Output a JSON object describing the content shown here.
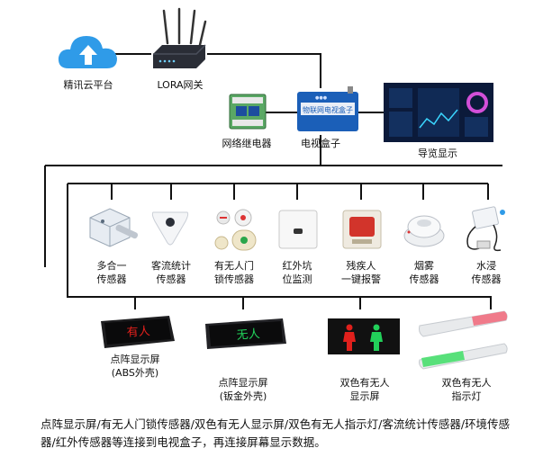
{
  "top": {
    "cloud": "精讯云平台",
    "gateway": "LORA网关",
    "relay": "网络继电器",
    "box": "电视盒子",
    "box_screen_text": "物联网电视盒子",
    "display": "导览显示"
  },
  "sensors": [
    {
      "l1": "多合一",
      "l2": "传感器"
    },
    {
      "l1": "客流统计",
      "l2": "传感器"
    },
    {
      "l1": "有无人门",
      "l2": "锁传感器"
    },
    {
      "l1": "红外坑",
      "l2": "位监测"
    },
    {
      "l1": "残疾人",
      "l2": "一键报警"
    },
    {
      "l1": "烟雾",
      "l2": "传感器"
    },
    {
      "l1": "水浸",
      "l2": "传感器"
    }
  ],
  "displays": [
    {
      "l1": "点阵显示屏",
      "l2": "(ABS外壳)",
      "glyphs": "有人"
    },
    {
      "l1": "点阵显示屏",
      "l2": "(钣金外壳)",
      "glyphs": "无人"
    },
    {
      "l1": "双色有无人",
      "l2": "显示屏"
    },
    {
      "l1": "双色有无人",
      "l2": "指示灯"
    }
  ],
  "caption": "点阵显示屏/有无人门锁传感器/双色有无人显示屏/双色有无人指示灯/客流统计传感器/环境传感器/红外传感器等连接到电视盒子，再连接屏幕显示数据。",
  "colors": {
    "wire": "#111111",
    "cloud": "#2f9be8",
    "red_led": "#e0201c",
    "green_led": "#22d05a"
  }
}
